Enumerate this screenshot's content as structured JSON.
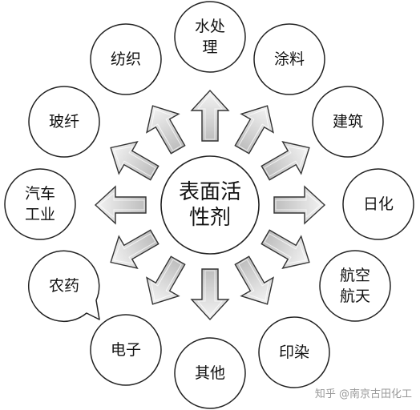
{
  "center": {
    "lines": [
      "表面活",
      "性剂"
    ]
  },
  "nodes": [
    {
      "id": "water",
      "lines": [
        "水处",
        "理"
      ]
    },
    {
      "id": "coating",
      "lines": [
        "涂料"
      ]
    },
    {
      "id": "building",
      "lines": [
        "建筑"
      ]
    },
    {
      "id": "daily",
      "lines": [
        "日化"
      ]
    },
    {
      "id": "aerospace",
      "lines": [
        "航空",
        "航天"
      ]
    },
    {
      "id": "printing",
      "lines": [
        "印染"
      ]
    },
    {
      "id": "other",
      "lines": [
        "其他"
      ]
    },
    {
      "id": "electronics",
      "lines": [
        "电子"
      ]
    },
    {
      "id": "pesticide",
      "lines": [
        "农药"
      ]
    },
    {
      "id": "automotive",
      "lines": [
        "汽车",
        "工业"
      ]
    },
    {
      "id": "fiberglass",
      "lines": [
        "玻纤"
      ]
    },
    {
      "id": "textile",
      "lines": [
        "纺织"
      ]
    }
  ],
  "watermark": "知乎 @南京古田化工"
}
